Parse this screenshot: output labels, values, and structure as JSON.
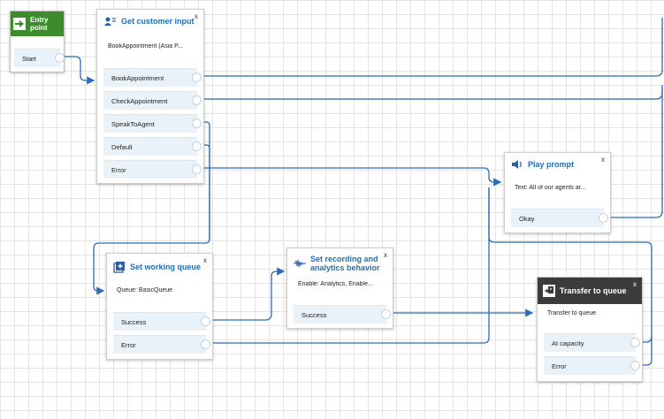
{
  "entry": {
    "title": "Entry point",
    "start_label": "Start"
  },
  "get_input": {
    "title": "Get customer input",
    "subtitle": "BookAppointment (Asia P...",
    "close": "x",
    "branches": [
      "BookAppointment",
      "CheckAppointment",
      "SpeakToAgent",
      "Default",
      "Error"
    ]
  },
  "play_prompt": {
    "title": "Play prompt",
    "subtitle": "Text: All of our agents ar...",
    "close": "x",
    "branches": [
      "Okay"
    ]
  },
  "set_queue": {
    "title": "Set working queue",
    "subtitle": "Queue: BasicQueue",
    "close": "x",
    "branches": [
      "Success",
      "Error"
    ]
  },
  "recording": {
    "title": "Set recording and analytics behavior",
    "subtitle": "Enable: Analytics, Enable...",
    "close": "x",
    "branches": [
      "Success"
    ]
  },
  "transfer": {
    "title": "Transfer to queue",
    "subtitle": "Transfer to queue",
    "close": "x",
    "branches": [
      "At capacity",
      "Error"
    ]
  },
  "colors": {
    "connector": "#2e6bb8",
    "title_blue": "#1f6fb5",
    "entry_green": "#3d8c2b",
    "transfer_header": "#3b3b3b",
    "branch_bg": "#e9f1f9"
  },
  "icons": {
    "entry": "arrow-right-icon",
    "get_input": "customer-input-icon",
    "play_prompt": "speaker-icon",
    "set_queue": "queue-plus-icon",
    "recording": "waveform-icon",
    "transfer": "transfer-icon"
  }
}
